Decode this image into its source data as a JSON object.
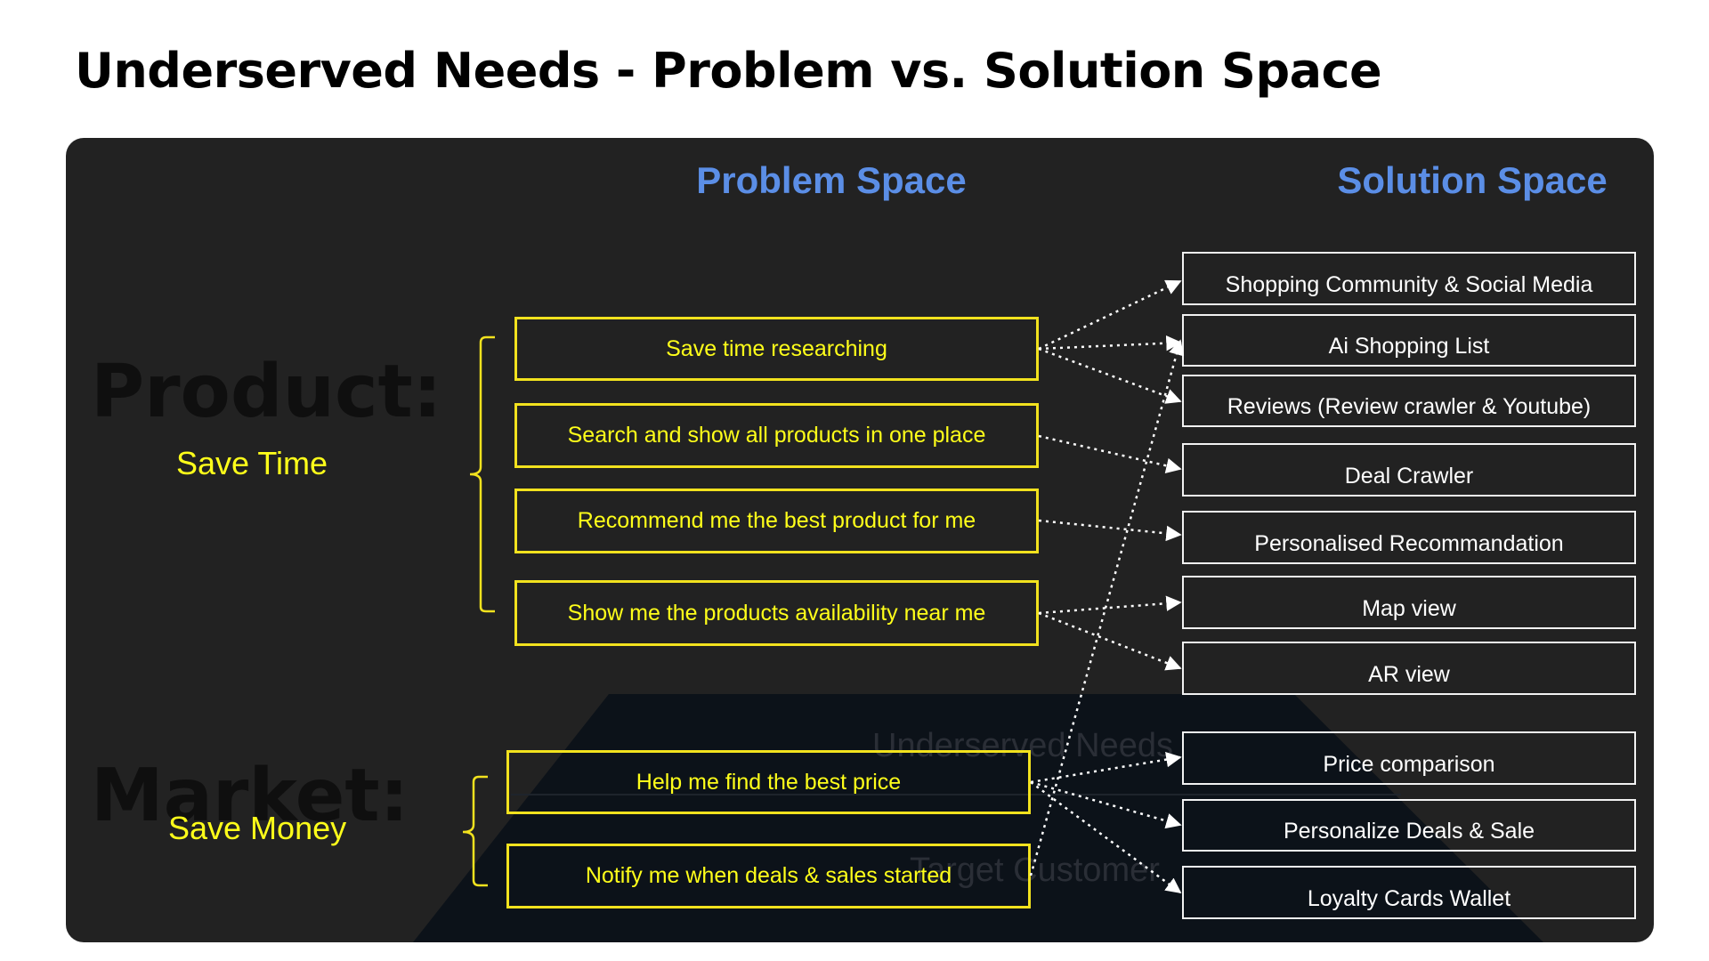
{
  "title": "Underserved Needs - Problem vs. Solution Space",
  "headers": {
    "problem": "Problem Space",
    "solution": "Solution Space"
  },
  "background_labels": {
    "product": "Product:",
    "market": "Market:",
    "pyramid_top": "Underserved Needs",
    "pyramid_bottom": "Target Customer"
  },
  "categories": {
    "save_time": "Save Time",
    "save_money": "Save Money"
  },
  "problems": [
    "Save time researching",
    "Search and show all products in one place",
    "Recommend me the best product for me",
    "Show me the products availability near me",
    "Help me find the best price",
    "Notify me when deals & sales started"
  ],
  "solutions": [
    "Shopping Community & Social Media",
    "Ai Shopping List",
    "Reviews (Review crawler & Youtube)",
    "Deal Crawler",
    "Personalised Recommandation",
    "Map view",
    "AR view",
    "Price comparison",
    "Personalize Deals & Sale",
    "Loyalty Cards Wallet"
  ],
  "colors": {
    "panel": "#222222",
    "accent_yellow": "#ffff1a",
    "header_blue": "#5b8ee6",
    "connector": "#ffffff"
  }
}
